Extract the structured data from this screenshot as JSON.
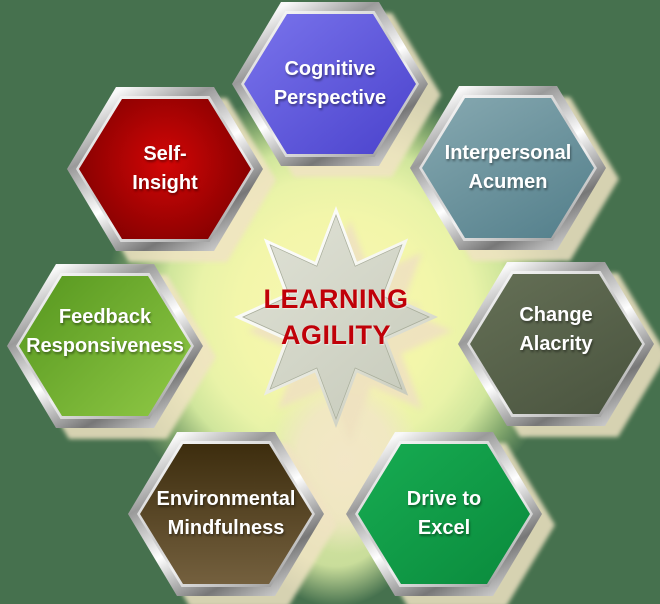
{
  "diagram": {
    "center": {
      "line1": "LEARNING",
      "line2": "AGILITY",
      "text_color": "#c00008",
      "star_fill": "#d2d5c7",
      "star_rim": "#ffffff"
    },
    "hexagons": [
      {
        "id": "cognitive-perspective",
        "line1": "Cognitive",
        "line2": "Perspective",
        "fill_from": "#7a74ec",
        "fill_to": "#4a42cc",
        "direction": "140deg",
        "text_color": "#ffffff"
      },
      {
        "id": "interpersonal-acumen",
        "line1": "Interpersonal",
        "line2": "Acumen",
        "fill_from": "#87a9b1",
        "fill_to": "#527e8a",
        "direction": "150deg",
        "text_color": "#ffffff"
      },
      {
        "id": "change-alacrity",
        "line1": "Change",
        "line2": "Alacrity",
        "fill_from": "#657056",
        "fill_to": "#49533e",
        "direction": "150deg",
        "text_color": "#ffffff"
      },
      {
        "id": "drive-to-excel",
        "line1": "Drive to",
        "line2": "Excel",
        "fill_from": "#17ac52",
        "fill_to": "#0a8a3c",
        "direction": "140deg",
        "text_color": "#ffffff"
      },
      {
        "id": "environmental-mindfulness",
        "line1": "Environmental",
        "line2": "Mindfulness",
        "fill_from": "#3d2d0e",
        "fill_to": "#74603e",
        "direction": "180deg",
        "text_color": "#ffffff"
      },
      {
        "id": "feedback-responsiveness",
        "line1": "Feedback",
        "line2": "Responsiveness",
        "fill_from": "#55961e",
        "fill_to": "#90c946",
        "direction": "135deg",
        "text_color": "#ffffff"
      },
      {
        "id": "self-insight",
        "line1": "Self-",
        "line2": "Insight",
        "fill_from": "#d20606",
        "fill_to": "#7c0000",
        "direction": "radial",
        "text_color": "#ffffff"
      }
    ],
    "colors": {
      "page_background": "#46714e",
      "glow_center": "#f7f8b2",
      "glow_mid": "#d7eca0",
      "shadow_tint": "#f0e3c3",
      "metal_border_light": "#f9f9f9",
      "metal_border_dark": "#777777"
    }
  }
}
